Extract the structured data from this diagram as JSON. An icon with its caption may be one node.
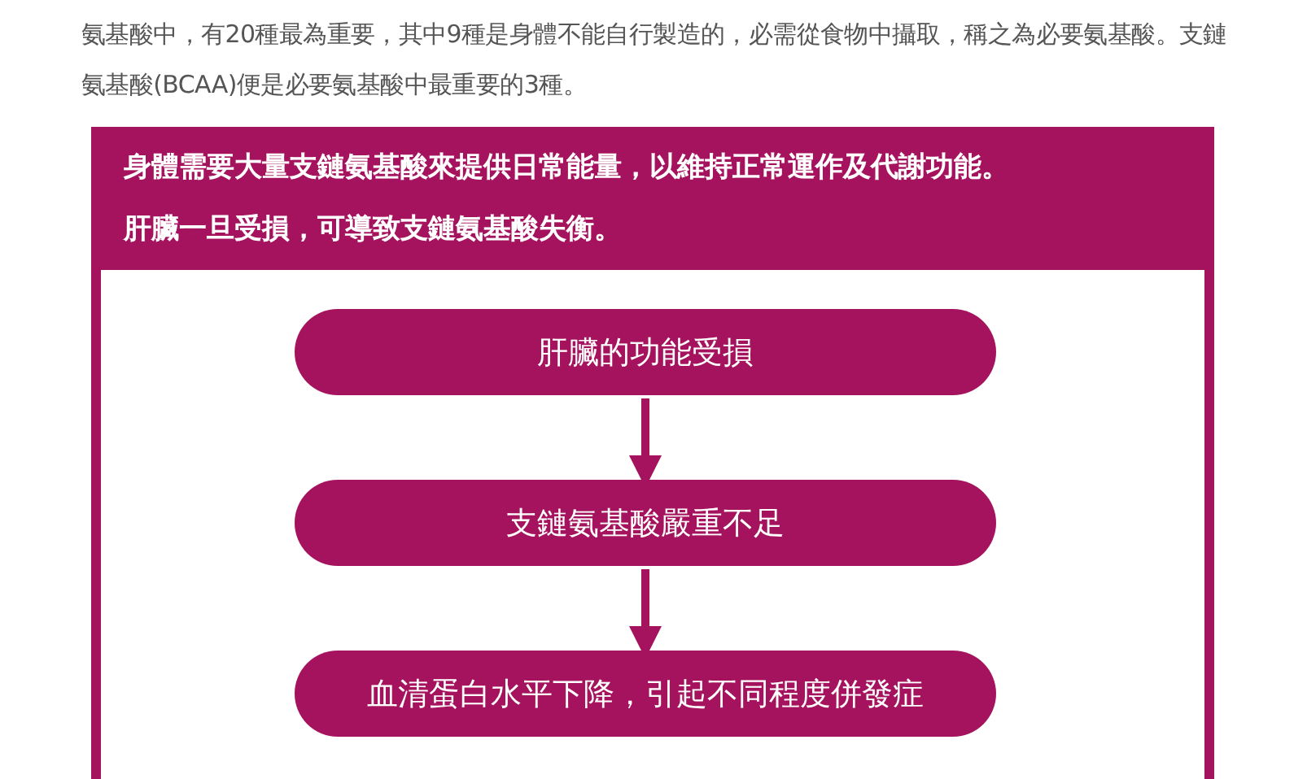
{
  "diagram": {
    "nodes": [
      {
        "text": [
          "身體需要大量支鏈氨基酸來提供日常能量，以維持正常運作及代謝功能。",
          "肝臟一旦受損，可導致支鏈氨基酸失衡。"
        ]
      },
      {
        "text": [
          "肝臟的功能受損"
        ],
        "in": 0
      },
      {
        "text": [
          "支鏈氨基酸嚴重不足"
        ],
        "in": 0
      },
      {
        "text": [
          "血清蛋白水平下降，引起不同程度併發症"
        ],
        "in": 0
      }
    ],
    "edges": [
      {
        "from": 1,
        "to": 2,
        "arrow": "to"
      },
      {
        "from": 2,
        "to": 3,
        "arrow": "to"
      }
    ],
    "labels": [
      "氨基酸中，有20種最為重要，其中9種是身體不能自行製造的，必需從食物中攝取，稱之為必要氨基酸。支鏈氨基酸(BCAA)便是必要氨基酸中最重要的3種。"
    ]
  }
}
